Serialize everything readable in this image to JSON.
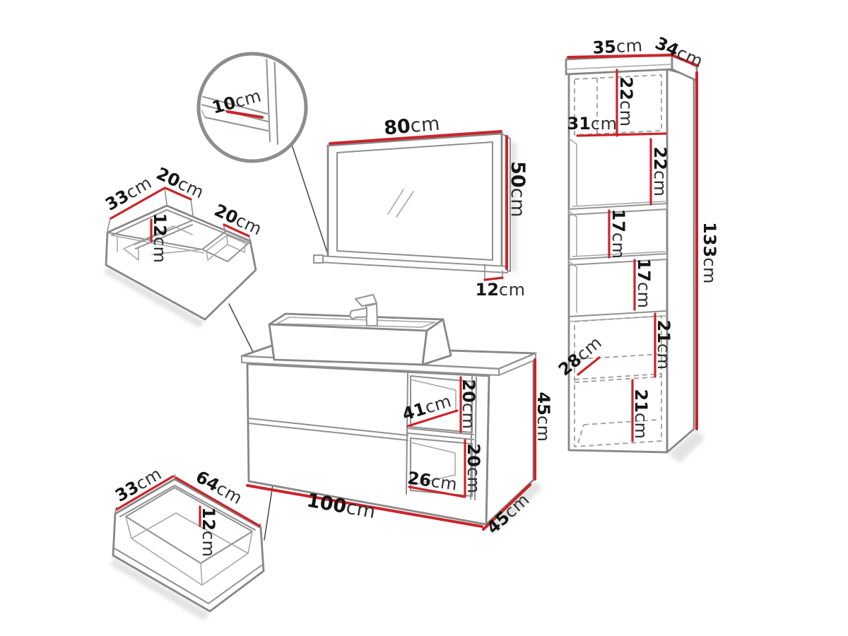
{
  "colors": {
    "dimension_red": "#c9252b",
    "outline_gray": "#878787",
    "label_black": "#151515",
    "background": "#ffffff"
  },
  "labels": {
    "detail_shelf_depth": {
      "n": "10",
      "u": "cm"
    },
    "mirror_width": {
      "n": "80",
      "u": "cm"
    },
    "mirror_height": {
      "n": "50",
      "u": "cm"
    },
    "mirror_shelf_depth": {
      "n": "12",
      "u": "cm"
    },
    "organizer_depth": {
      "n": "33",
      "u": "cm"
    },
    "organizer_left_compartment_width": {
      "n": "20",
      "u": "cm"
    },
    "organizer_height": {
      "n": "12",
      "u": "cm"
    },
    "organizer_right_compartment_width": {
      "n": "20",
      "u": "cm"
    },
    "drawer_depth": {
      "n": "33",
      "u": "cm"
    },
    "drawer_width": {
      "n": "64",
      "u": "cm"
    },
    "drawer_height": {
      "n": "12",
      "u": "cm"
    },
    "vanity_niche_depth": {
      "n": "41",
      "u": "cm"
    },
    "vanity_niche_top_height": {
      "n": "20",
      "u": "cm"
    },
    "vanity_niche_bottom_height": {
      "n": "20",
      "u": "cm"
    },
    "vanity_niche_width": {
      "n": "26",
      "u": "cm"
    },
    "vanity_height": {
      "n": "45",
      "u": "cm"
    },
    "vanity_width": {
      "n": "100",
      "u": "cm"
    },
    "vanity_depth": {
      "n": "45",
      "u": "cm"
    },
    "cabinet_width": {
      "n": "35",
      "u": "cm"
    },
    "cabinet_depth": {
      "n": "34",
      "u": "cm"
    },
    "cabinet_section1_height": {
      "n": "22",
      "u": "cm"
    },
    "cabinet_inner_width": {
      "n": "31",
      "u": "cm"
    },
    "cabinet_section2_height": {
      "n": "22",
      "u": "cm"
    },
    "cabinet_section3_height": {
      "n": "17",
      "u": "cm"
    },
    "cabinet_section4_height": {
      "n": "17",
      "u": "cm"
    },
    "cabinet_height": {
      "n": "133",
      "u": "cm"
    },
    "cabinet_shelf_depth": {
      "n": "28",
      "u": "cm"
    },
    "cabinet_section5_height": {
      "n": "21",
      "u": "cm"
    },
    "cabinet_section6_height": {
      "n": "21",
      "u": "cm"
    }
  }
}
